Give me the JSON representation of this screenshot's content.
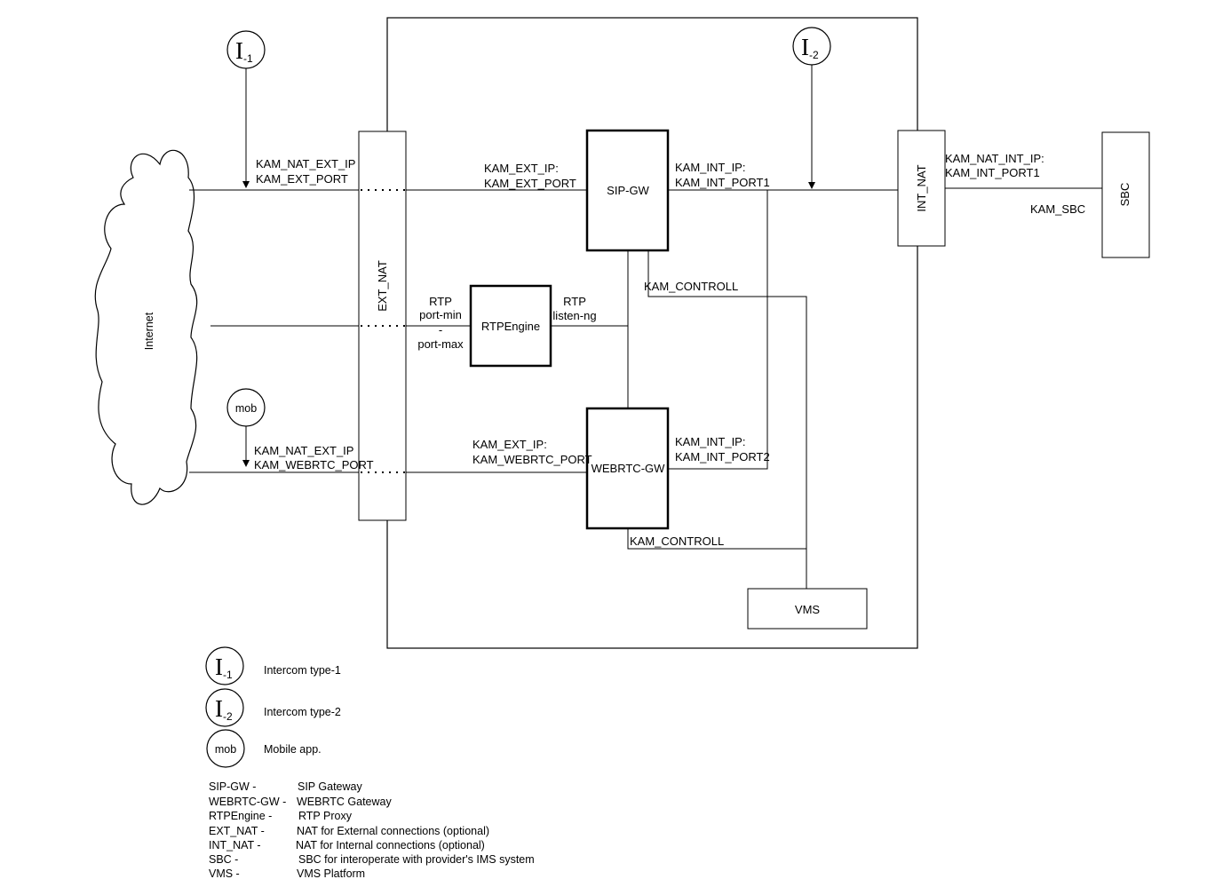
{
  "cloud": {
    "label": "Internet"
  },
  "nodes": {
    "ext_nat": "EXT_NAT",
    "int_nat": "INT_NAT",
    "sip_gw": "SIP-GW",
    "webrtc_gw": "WEBRTC-GW",
    "rtpengine": "RTPEngine",
    "vms": "VMS",
    "sbc": "SBC"
  },
  "circles": {
    "i1": {
      "main": "I",
      "sub": "-1"
    },
    "i2": {
      "main": "I",
      "sub": "-2"
    },
    "mob": "mob"
  },
  "labels": {
    "kam_nat_ext_ip_top": "KAM_NAT_EXT_IP",
    "kam_ext_port_left": "KAM_EXT_PORT",
    "kam_ext_ip_top": "KAM_EXT_IP:",
    "kam_ext_port_top": "KAM_EXT_PORT",
    "kam_int_ip_top": "KAM_INT_IP:",
    "kam_int_port1": "KAM_INT_PORT1",
    "kam_nat_int_ip": "KAM_NAT_INT_IP:",
    "kam_int_port1_right": "KAM_INT_PORT1",
    "kam_sbc": "KAM_SBC",
    "kam_controll_top": "KAM_CONTROLL",
    "rtp_left_1": "RTP",
    "rtp_left_2": "port-min",
    "rtp_left_3": "-",
    "rtp_left_4": "port-max",
    "rtp_right_1": "RTP",
    "rtp_right_2": "listen-ng",
    "kam_nat_ext_ip_bottom": "KAM_NAT_EXT_IP",
    "kam_webrtc_port_left": "KAM_WEBRTC_PORT",
    "kam_ext_ip_bottom": "KAM_EXT_IP:",
    "kam_webrtc_port_bottom": "KAM_WEBRTC_PORT",
    "kam_int_ip_bottom": "KAM_INT_IP:",
    "kam_int_port2": "KAM_INT_PORT2",
    "kam_controll_bottom": "KAM_CONTROLL"
  },
  "legend": {
    "i1_desc": "Intercom type-1",
    "i2_desc": "Intercom type-2",
    "mob_desc": "Mobile app.",
    "abbreviations": [
      {
        "term": "SIP-GW -",
        "desc": "SIP Gateway"
      },
      {
        "term": "WEBRTC-GW -",
        "desc": "WEBRTC Gateway"
      },
      {
        "term": "RTPEngine -",
        "desc": "RTP Proxy"
      },
      {
        "term": "EXT_NAT -",
        "desc": "NAT for External connections (optional)"
      },
      {
        "term": "INT_NAT -",
        "desc": "NAT for Internal connections (optional)"
      },
      {
        "term": "SBC -",
        "desc": "SBC for interoperate with provider's IMS system"
      },
      {
        "term": "VMS -",
        "desc": "VMS Platform"
      }
    ]
  }
}
